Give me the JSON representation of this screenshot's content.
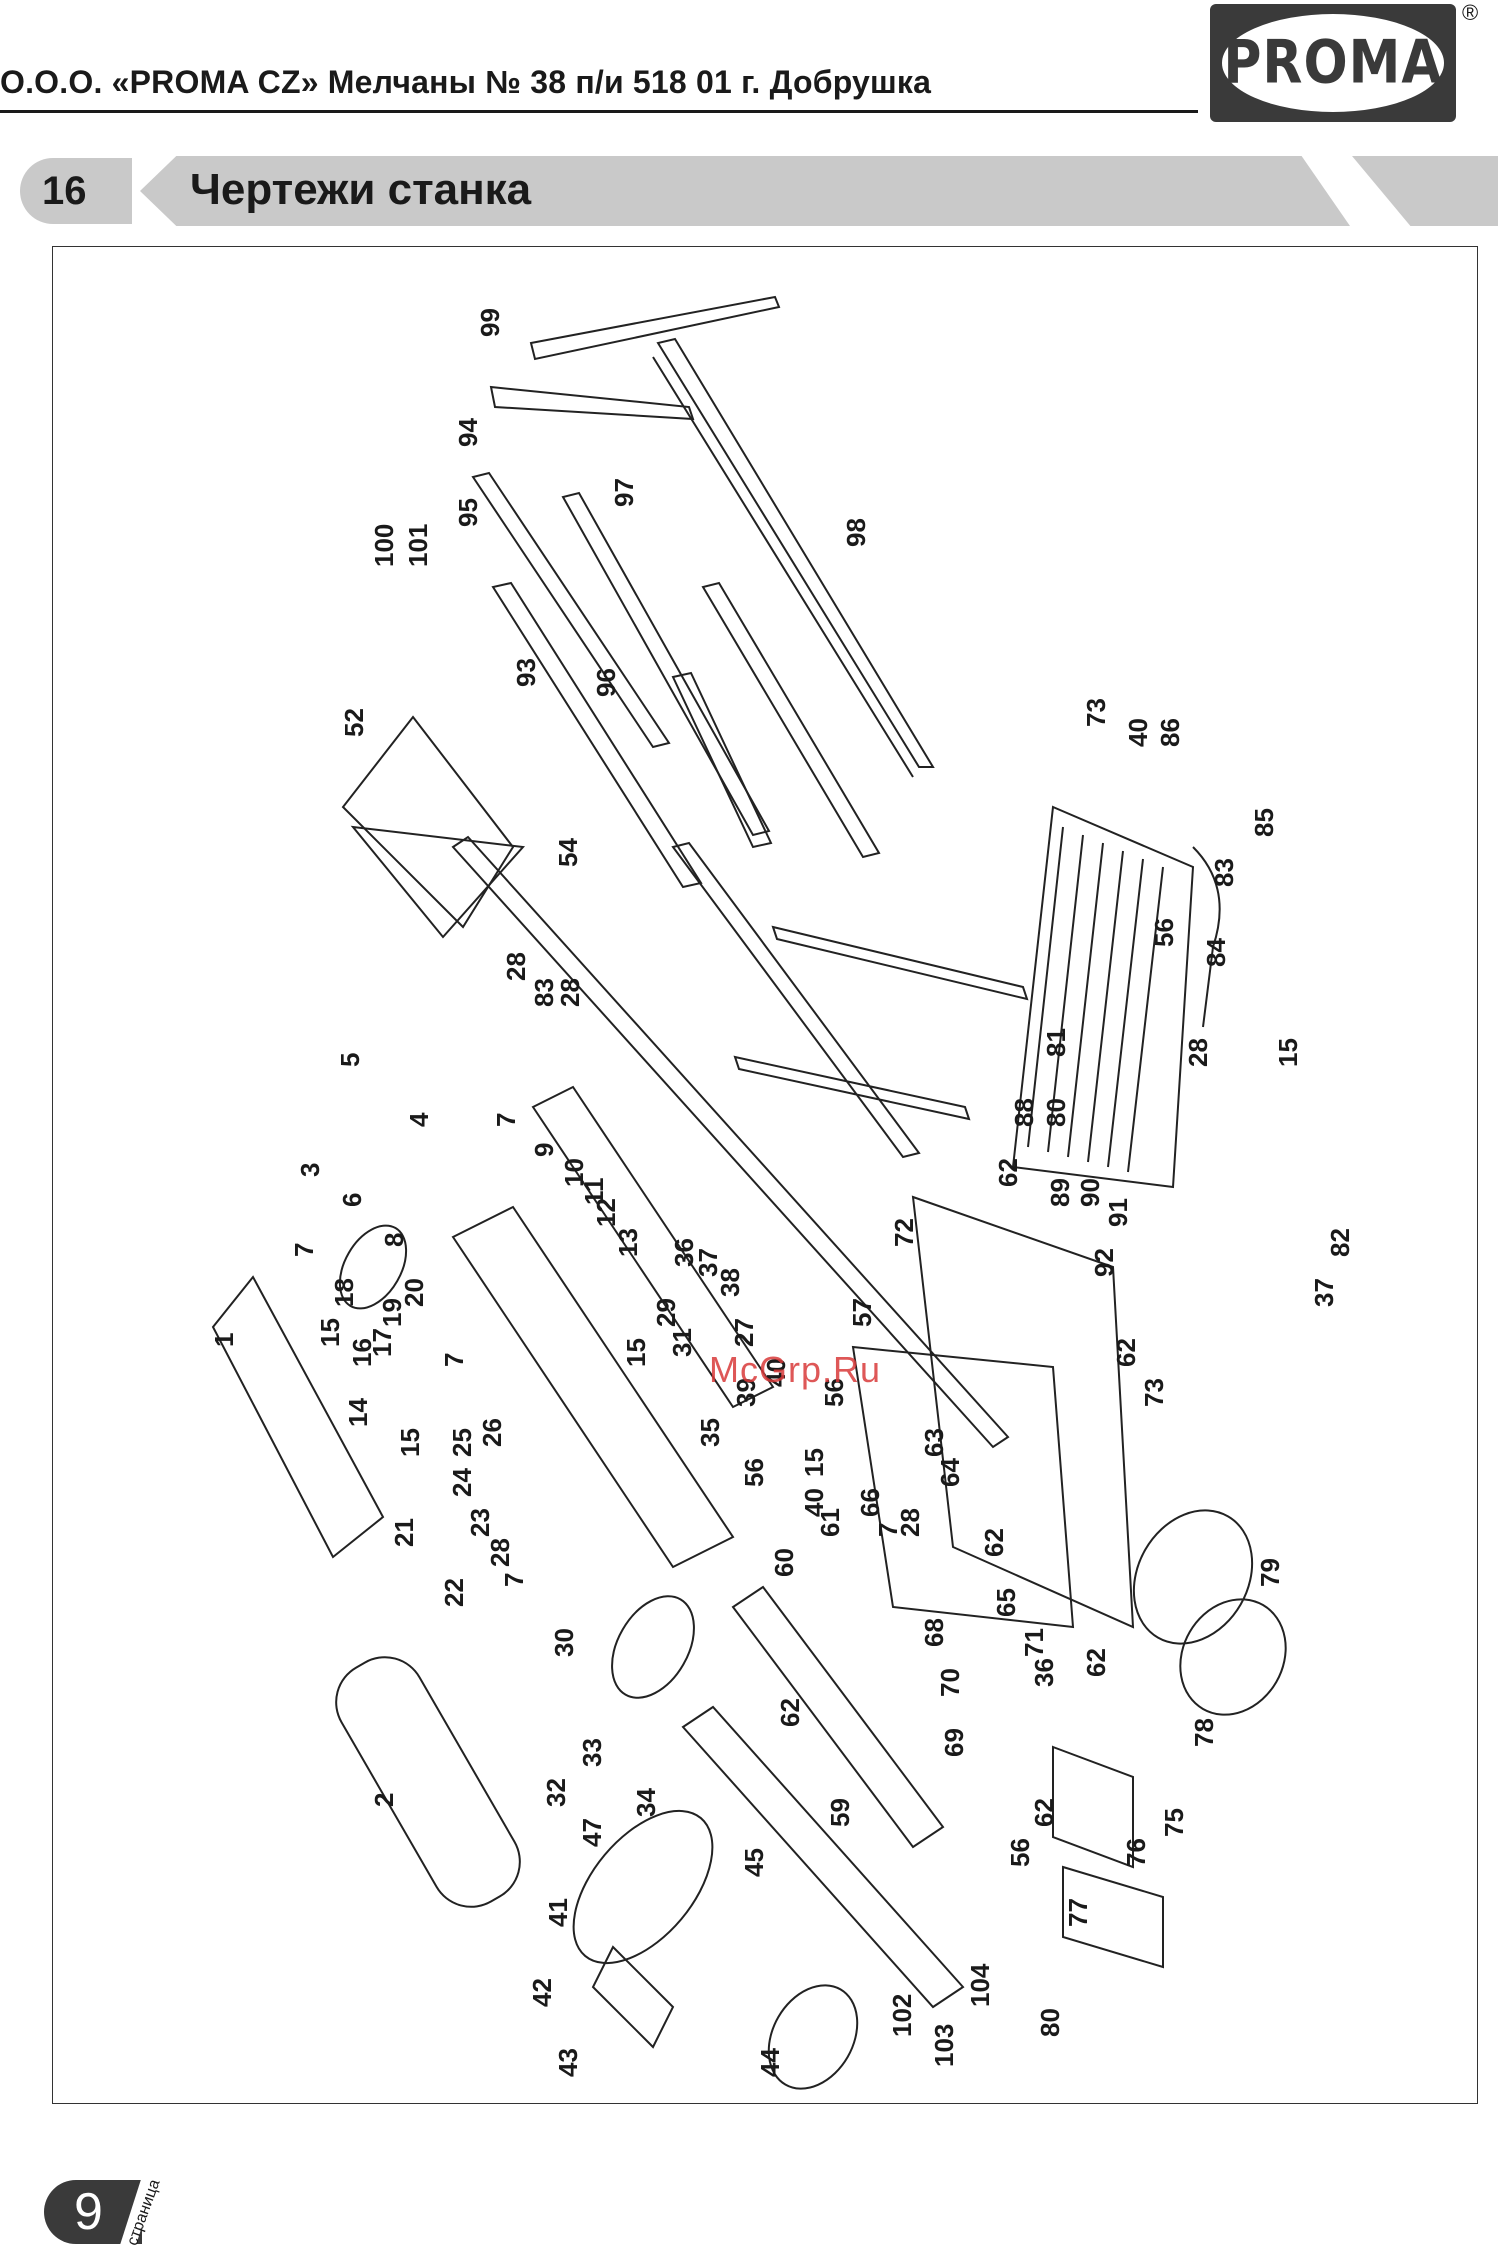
{
  "header": {
    "company_line": "О.О.О. «PROMA CZ» Мелчаны № 38 п/и 518 01 г. Добрушка",
    "logo_text": "PROMA",
    "registered_mark": "®"
  },
  "section": {
    "number": "16",
    "title": "Чертежи станка"
  },
  "watermark": "McGrp.Ru",
  "footer": {
    "page_number": "9",
    "page_label": "страница"
  },
  "callouts": [
    "1",
    "2",
    "3",
    "4",
    "5",
    "6",
    "7",
    "7",
    "7",
    "7",
    "7",
    "8",
    "9",
    "10",
    "11",
    "12",
    "13",
    "14",
    "15",
    "15",
    "15",
    "15",
    "15",
    "16",
    "17",
    "18",
    "19",
    "20",
    "21",
    "22",
    "23",
    "24",
    "25",
    "26",
    "27",
    "28",
    "28",
    "28",
    "28",
    "28",
    "29",
    "30",
    "31",
    "32",
    "33",
    "34",
    "35",
    "36",
    "36",
    "37",
    "37",
    "38",
    "39",
    "40",
    "40",
    "40",
    "41",
    "42",
    "43",
    "44",
    "45",
    "47",
    "52",
    "54",
    "56",
    "56",
    "56",
    "56",
    "57",
    "59",
    "60",
    "61",
    "62",
    "62",
    "62",
    "62",
    "62",
    "62",
    "63",
    "64",
    "65",
    "66",
    "68",
    "69",
    "70",
    "71",
    "72",
    "73",
    "73",
    "75",
    "76",
    "77",
    "78",
    "79",
    "80",
    "80",
    "81",
    "82",
    "83",
    "83",
    "84",
    "85",
    "86",
    "88",
    "89",
    "90",
    "91",
    "92",
    "93",
    "94",
    "95",
    "96",
    "97",
    "98",
    "99",
    "100",
    "101",
    "102",
    "103",
    "104"
  ]
}
